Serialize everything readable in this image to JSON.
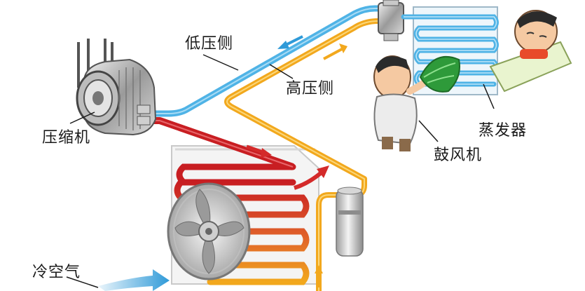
{
  "labels": {
    "low_pressure_side": "低压侧",
    "high_pressure_side": "高压侧",
    "compressor": "压缩机",
    "evaporator": "蒸发器",
    "blower": "鼓风机",
    "cold_air": "冷空气"
  },
  "colors": {
    "low_pressure_pipe": "#4fb3e6",
    "high_pressure_pipe": "#f2a81d",
    "hot_gas_pipe": "#c81e22",
    "condenser_mid": "#e0622a",
    "flow_arrow": "#d42a2a",
    "cold_air_arrow": "#2f9ad8",
    "leader_line": "#1a1a1a"
  }
}
